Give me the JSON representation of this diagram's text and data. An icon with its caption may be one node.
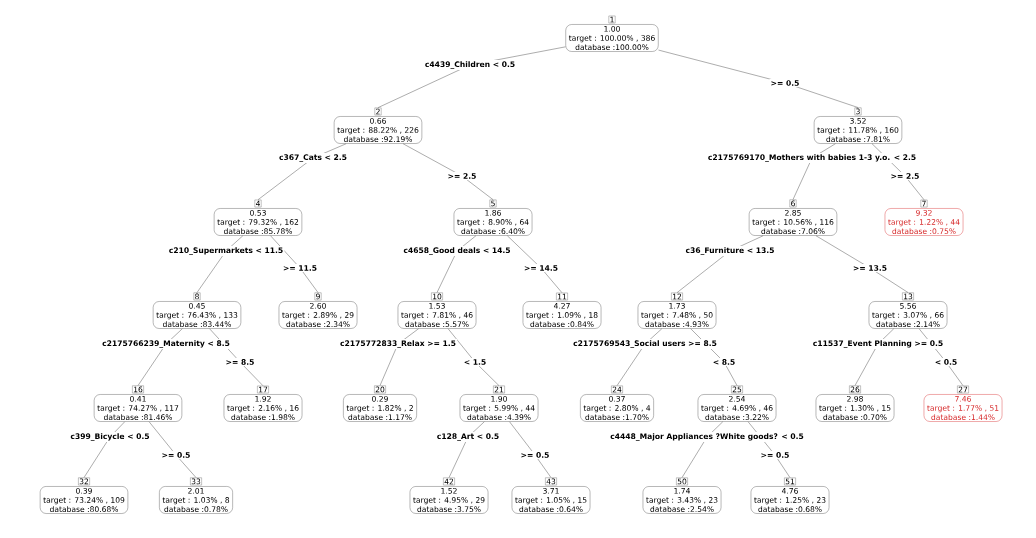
{
  "diagram": {
    "nodes": [
      {
        "text": [
          "1.00",
          "target : 100.00% , 386",
          "database :100.00%"
        ],
        "beside": [
          "1"
        ]
      },
      {
        "text": [
          "0.66",
          "target : 88.22% , 226",
          "database :92.19%"
        ],
        "beside": [
          "2"
        ]
      },
      {
        "text": [
          "3.52",
          "target : 11.78% , 160",
          "database :7.81%"
        ],
        "beside": [
          "3"
        ]
      },
      {
        "text": [
          "0.53",
          "target : 79.32% , 162",
          "database :85.78%"
        ],
        "beside": [
          "4"
        ]
      },
      {
        "text": [
          "1.86",
          "target : 8.90% , 64",
          "database :6.40%"
        ],
        "beside": [
          "5"
        ]
      },
      {
        "text": [
          "2.85",
          "target : 10.56% , 116",
          "database :7.06%"
        ],
        "beside": [
          "6"
        ]
      },
      {
        "text": [
          "9.32",
          "target : 1.22% , 44",
          "database :0.75%"
        ],
        "beside": [
          "7"
        ]
      },
      {
        "text": [
          "0.45",
          "target : 76.43% , 133",
          "database :83.44%"
        ],
        "beside": [
          "8"
        ]
      },
      {
        "text": [
          "2.60",
          "target : 2.89% , 29",
          "database :2.34%"
        ],
        "beside": [
          "9"
        ]
      },
      {
        "text": [
          "1.53",
          "target : 7.81% , 46",
          "database :5.57%"
        ],
        "beside": [
          "10"
        ]
      },
      {
        "text": [
          "4.27",
          "target : 1.09% , 18",
          "database :0.84%"
        ],
        "beside": [
          "11"
        ]
      },
      {
        "text": [
          "1.73",
          "target : 7.48% , 50",
          "database :4.93%"
        ],
        "beside": [
          "12"
        ]
      },
      {
        "text": [
          "5.56",
          "target : 3.07% , 66",
          "database :2.14%"
        ],
        "beside": [
          "13"
        ]
      },
      {
        "text": [
          "0.41",
          "target : 74.27% , 117",
          "database :81.46%"
        ],
        "beside": [
          "16"
        ]
      },
      {
        "text": [
          "1.92",
          "target : 2.16% , 16",
          "database :1.98%"
        ],
        "beside": [
          "17"
        ]
      },
      {
        "text": [
          "0.29",
          "target : 1.82% , 2",
          "database :1.17%"
        ],
        "beside": [
          "20"
        ]
      },
      {
        "text": [
          "1.90",
          "target : 5.99% , 44",
          "database :4.39%"
        ],
        "beside": [
          "21"
        ]
      },
      {
        "text": [
          "0.37",
          "target : 2.80% , 4",
          "database :1.70%"
        ],
        "beside": [
          "24"
        ]
      },
      {
        "text": [
          "2.54",
          "target : 4.69% , 46",
          "database :3.22%"
        ],
        "beside": [
          "25"
        ]
      },
      {
        "text": [
          "2.98",
          "target : 1.30% , 15",
          "database :0.70%"
        ],
        "beside": [
          "26"
        ]
      },
      {
        "text": [
          "7.46",
          "target : 1.77% , 51",
          "database :1.44%"
        ],
        "beside": [
          "27"
        ]
      },
      {
        "text": [
          "0.39",
          "target : 73.24% , 109",
          "database :80.68%"
        ],
        "beside": [
          "32"
        ]
      },
      {
        "text": [
          "2.01",
          "target : 1.03% , 8",
          "database :0.78%"
        ],
        "beside": [
          "33"
        ]
      },
      {
        "text": [
          "1.52",
          "target : 4.95% , 29",
          "database :3.75%"
        ],
        "beside": [
          "42"
        ]
      },
      {
        "text": [
          "3.71",
          "target : 1.05% , 15",
          "database :0.64%"
        ],
        "beside": [
          "43"
        ]
      },
      {
        "text": [
          "1.74",
          "target : 3.43% , 23",
          "database :2.54%"
        ],
        "beside": [
          "50"
        ]
      },
      {
        "text": [
          "4.76",
          "target : 1.25% , 23",
          "database :0.68%"
        ],
        "beside": [
          "51"
        ]
      }
    ],
    "edges": [
      {
        "from": 0,
        "to": 1,
        "arrow": "none",
        "label": "c4439_Children < 0.5"
      },
      {
        "from": 0,
        "to": 2,
        "arrow": "none",
        "label": ">= 0.5"
      },
      {
        "from": 1,
        "to": 3,
        "arrow": "none",
        "label": "c367_Cats < 2.5"
      },
      {
        "from": 1,
        "to": 4,
        "arrow": "none",
        "label": ">= 2.5"
      },
      {
        "from": 2,
        "to": 5,
        "arrow": "none",
        "label": "c2175769170_Mothers with babies 1-3 y.o. < 2.5"
      },
      {
        "from": 2,
        "to": 6,
        "arrow": "none",
        "label": ">= 2.5"
      },
      {
        "from": 3,
        "to": 7,
        "arrow": "none",
        "label": "c210_Supermarkets < 11.5"
      },
      {
        "from": 3,
        "to": 8,
        "arrow": "none",
        "label": ">= 11.5"
      },
      {
        "from": 4,
        "to": 9,
        "arrow": "none",
        "label": "c4658_Good deals < 14.5"
      },
      {
        "from": 4,
        "to": 10,
        "arrow": "none",
        "label": ">= 14.5"
      },
      {
        "from": 5,
        "to": 11,
        "arrow": "none",
        "label": "c36_Furniture < 13.5"
      },
      {
        "from": 5,
        "to": 12,
        "arrow": "none",
        "label": ">= 13.5"
      },
      {
        "from": 7,
        "to": 13,
        "arrow": "none",
        "label": "c2175766239_Maternity < 8.5"
      },
      {
        "from": 7,
        "to": 14,
        "arrow": "none",
        "label": ">= 8.5"
      },
      {
        "from": 9,
        "to": 15,
        "arrow": "none",
        "label": "c2175772833_Relax >= 1.5"
      },
      {
        "from": 9,
        "to": 16,
        "arrow": "none",
        "label": "< 1.5"
      },
      {
        "from": 11,
        "to": 17,
        "arrow": "none",
        "label": "c2175769543_Social users >= 8.5"
      },
      {
        "from": 11,
        "to": 18,
        "arrow": "none",
        "label": "< 8.5"
      },
      {
        "from": 12,
        "to": 19,
        "arrow": "none",
        "label": "c11537_Event Planning >= 0.5"
      },
      {
        "from": 12,
        "to": 20,
        "arrow": "none",
        "label": "< 0.5"
      },
      {
        "from": 13,
        "to": 21,
        "arrow": "none",
        "label": "c399_Bicycle < 0.5"
      },
      {
        "from": 13,
        "to": 22,
        "arrow": "none",
        "label": ">= 0.5"
      },
      {
        "from": 16,
        "to": 23,
        "arrow": "none",
        "label": "c128_Art < 0.5"
      },
      {
        "from": 16,
        "to": 24,
        "arrow": "none",
        "label": ">= 0.5"
      },
      {
        "from": 18,
        "to": 25,
        "arrow": "none",
        "label": "c4448_Major Appliances ?White goods? < 0.5"
      },
      {
        "from": 18,
        "to": 26,
        "arrow": "none",
        "label": ">= 0.5"
      }
    ]
  }
}
